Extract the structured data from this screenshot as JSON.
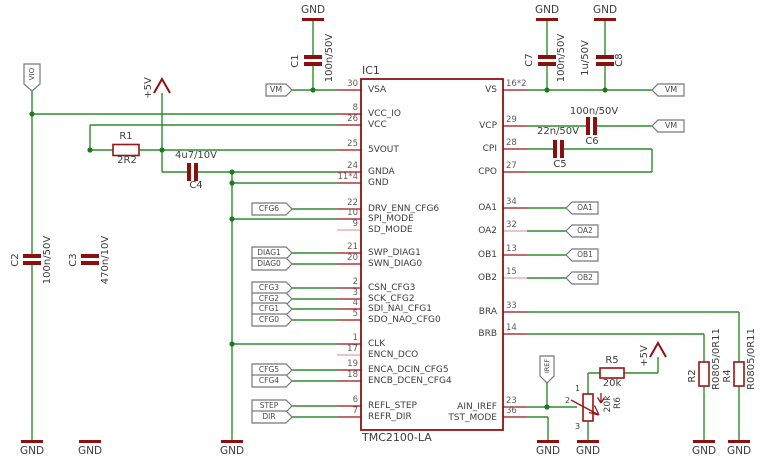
{
  "labels": {
    "gnd": "GND",
    "p5v": "+5V",
    "vm": "VM",
    "vio": "VIO",
    "iref": "IREF"
  },
  "ic": {
    "ref": "IC1",
    "part": "TMC2100-LA",
    "left_pins": [
      {
        "num": "30",
        "name": "VSA"
      },
      {
        "num": "8",
        "name": "VCC_IO"
      },
      {
        "num": "26",
        "name": "VCC"
      },
      {
        "num": "25",
        "name": "5VOUT"
      },
      {
        "num": "24",
        "name": "GNDA"
      },
      {
        "num": "11*4",
        "name": "GND"
      },
      {
        "num": "22",
        "name": "DRV_ENN_CFG6"
      },
      {
        "num": "10",
        "name": "SPI_MODE"
      },
      {
        "num": "9",
        "name": "SD_MODE"
      },
      {
        "num": "21",
        "name": "SWP_DIAG1"
      },
      {
        "num": "20",
        "name": "SWN_DIAG0"
      },
      {
        "num": "2",
        "name": "CSN_CFG3"
      },
      {
        "num": "3",
        "name": "SCK_CFG2"
      },
      {
        "num": "4",
        "name": "SDI_NAI_CFG1"
      },
      {
        "num": "5",
        "name": "SDO_NAO_CFG0"
      },
      {
        "num": "1",
        "name": "CLK"
      },
      {
        "num": "17",
        "name": "ENCN_DCO"
      },
      {
        "num": "19",
        "name": "ENCA_DCIN_CFG5"
      },
      {
        "num": "18",
        "name": "ENCB_DCEN_CFG4"
      },
      {
        "num": "6",
        "name": "REFL_STEP"
      },
      {
        "num": "7",
        "name": "REFR_DIR"
      }
    ],
    "right_pins": [
      {
        "num": "16*2",
        "name": "VS"
      },
      {
        "num": "29",
        "name": "VCP"
      },
      {
        "num": "28",
        "name": "CPI"
      },
      {
        "num": "27",
        "name": "CPO"
      },
      {
        "num": "34",
        "name": "OA1"
      },
      {
        "num": "32",
        "name": "OA2"
      },
      {
        "num": "13",
        "name": "OB1"
      },
      {
        "num": "15",
        "name": "OB2"
      },
      {
        "num": "33",
        "name": "BRA"
      },
      {
        "num": "14",
        "name": "BRB"
      },
      {
        "num": "23",
        "name": "AIN_IREF"
      },
      {
        "num": "36",
        "name": "TST_MODE"
      }
    ]
  },
  "capacitors": [
    {
      "ref": "C1",
      "value": "100n/50V"
    },
    {
      "ref": "C2",
      "value": "100n/50V"
    },
    {
      "ref": "C3",
      "value": "470n/10V"
    },
    {
      "ref": "C4",
      "value": "4u7/10V"
    },
    {
      "ref": "C5",
      "value": "22n/50V"
    },
    {
      "ref": "C6",
      "value": "100n/50V"
    },
    {
      "ref": "C7",
      "value": "100n/50V"
    },
    {
      "ref": "C8",
      "value": "1u/50V"
    }
  ],
  "resistors": {
    "r1": {
      "ref": "R1",
      "value": "2R2"
    },
    "r2": {
      "ref": "R2",
      "value": "R0805/0R11"
    },
    "r4": {
      "ref": "R4",
      "value": "R0805/0R11"
    },
    "r5": {
      "ref": "R5",
      "value": "20k"
    },
    "r6": {
      "ref": "R6",
      "value": "20k",
      "pin1": "1",
      "pin2": "2",
      "pin3": "3"
    }
  },
  "flags_left": [
    "CFG6",
    "DIAG1",
    "DIAG0",
    "CFG3",
    "CFG2",
    "CFG1",
    "CFG0",
    "CFG5",
    "CFG4",
    "STEP",
    "DIR"
  ],
  "flags_right": [
    "OA1",
    "OA2",
    "OB1",
    "OB2"
  ],
  "colors": {
    "wire": "#2e8b2e",
    "symbol": "#8f1010",
    "flag_border": "#787878",
    "text": "#3d3d3d"
  }
}
